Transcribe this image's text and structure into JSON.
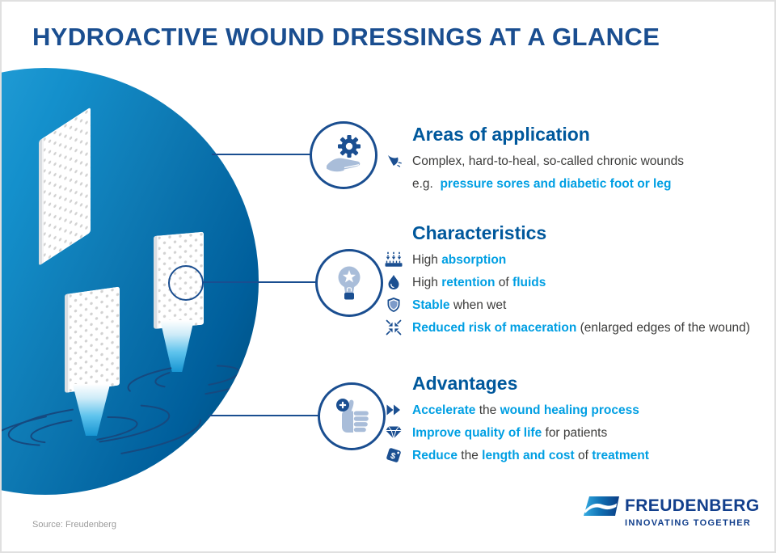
{
  "title": "HYDROACTIVE WOUND DRESSINGS AT A GLANCE",
  "source": "Source: Freudenberg",
  "logo": {
    "name": "FREUDENBERG",
    "tagline": "INNOVATING TOGETHER",
    "icon": "freudenberg-wave-icon"
  },
  "colors": {
    "title_blue": "#1a4e90",
    "heading_blue": "#00589c",
    "highlight_cyan": "#009fe3",
    "body_text": "#3c3c3b",
    "icon_dark_blue": "#1b4f91",
    "icon_light_blue": "#a9bdd9",
    "circle_gradient_start": "#3cb3e6",
    "circle_gradient_end": "#004a77"
  },
  "hero": {
    "illustration": "three perforated hydroactive wound dressing pads absorbing fluid from water surface",
    "pad_icon": "wound-dressing-pad",
    "ripple_icon": "water-ripples"
  },
  "sections": [
    {
      "id": "areas",
      "heading": "Areas of application",
      "circle_icon": "hand-gear-icon",
      "rows": [
        {
          "icon": "foot-icon",
          "segments": [
            {
              "text": "Complex, hard-to-heal, so-called chronic wounds",
              "style": "plain"
            }
          ]
        },
        {
          "icon": null,
          "segments": [
            {
              "text": "e.g.  ",
              "style": "plain"
            },
            {
              "text": "pressure sores and diabetic foot or leg",
              "style": "highlight"
            }
          ]
        }
      ]
    },
    {
      "id": "characteristics",
      "heading": "Characteristics",
      "circle_icon": "lightbulb-icon",
      "rows": [
        {
          "icon": "absorption-icon",
          "segments": [
            {
              "text": "High ",
              "style": "plain"
            },
            {
              "text": "absorption",
              "style": "highlight"
            }
          ]
        },
        {
          "icon": "droplet-icon",
          "segments": [
            {
              "text": "High ",
              "style": "plain"
            },
            {
              "text": "retention",
              "style": "highlight"
            },
            {
              "text": " of ",
              "style": "plain"
            },
            {
              "text": "fluids",
              "style": "highlight"
            }
          ]
        },
        {
          "icon": "shield-icon",
          "segments": [
            {
              "text": "Stable",
              "style": "highlight"
            },
            {
              "text": " when wet",
              "style": "plain"
            }
          ]
        },
        {
          "icon": "maceration-icon",
          "segments": [
            {
              "text": "Reduced risk of maceration",
              "style": "highlight"
            },
            {
              "text": " (enlarged edges of the wound)",
              "style": "plain"
            }
          ]
        }
      ]
    },
    {
      "id": "advantages",
      "heading": "Advantages",
      "circle_icon": "thumbs-up-icon",
      "rows": [
        {
          "icon": "fast-forward-icon",
          "segments": [
            {
              "text": "Accelerate",
              "style": "highlight"
            },
            {
              "text": " the ",
              "style": "plain"
            },
            {
              "text": "wound healing process",
              "style": "highlight"
            }
          ]
        },
        {
          "icon": "diamond-icon",
          "segments": [
            {
              "text": "Improve quality of life",
              "style": "highlight"
            },
            {
              "text": " for patients",
              "style": "plain"
            }
          ]
        },
        {
          "icon": "price-tag-icon",
          "segments": [
            {
              "text": "Reduce",
              "style": "highlight"
            },
            {
              "text": " the ",
              "style": "plain"
            },
            {
              "text": "length and cost",
              "style": "highlight"
            },
            {
              "text": " of ",
              "style": "plain"
            },
            {
              "text": "treatment",
              "style": "highlight"
            }
          ]
        }
      ]
    }
  ]
}
